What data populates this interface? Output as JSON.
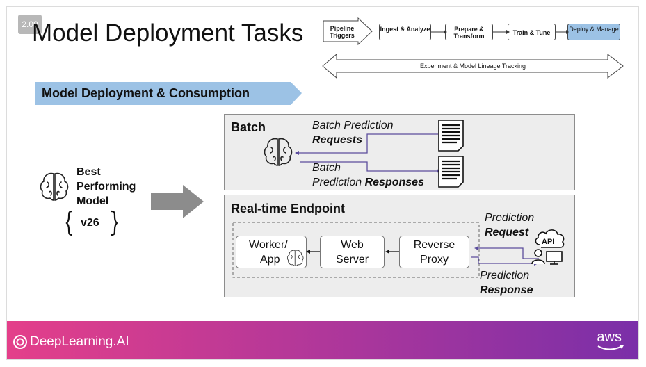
{
  "badge": "2.00",
  "title": "Model Deployment Tasks",
  "pipeline": {
    "steps": [
      "Pipeline Triggers",
      "Ingest & Analyze",
      "Prepare & Transform",
      "Train & Tune",
      "Deploy & Manage"
    ],
    "active_step": "Deploy & Manage",
    "tracking": "Experiment & Model Lineage Tracking"
  },
  "section_title": "Model Deployment & Consumption",
  "model": {
    "label_lines": [
      "Best",
      "Performing",
      "Model"
    ],
    "version": "v26"
  },
  "batch": {
    "title": "Batch",
    "request_line1": "Batch Prediction",
    "request_line2": "Requests",
    "response_line1": "Batch",
    "response_line2a": "Prediction ",
    "response_line2b": "Responses"
  },
  "realtime": {
    "title": "Real-time Endpoint",
    "worker_line1": "Worker/",
    "worker_line2": "App",
    "web_line1": "Web",
    "web_line2": "Server",
    "proxy_line1": "Reverse",
    "proxy_line2": "Proxy",
    "request_line1": "Prediction",
    "request_line2": "Request",
    "response_line1": "Prediction",
    "response_line2": "Response",
    "api_label": "API"
  },
  "footer": {
    "brand": "DeepLearning.AI",
    "partner": "aws"
  },
  "colors": {
    "banner": "#9cc2e5",
    "active_step": "#9cc2e5",
    "arrow_blue": "#5b4d9c",
    "footer_start": "#e43f8a",
    "footer_end": "#7a2fa8"
  }
}
